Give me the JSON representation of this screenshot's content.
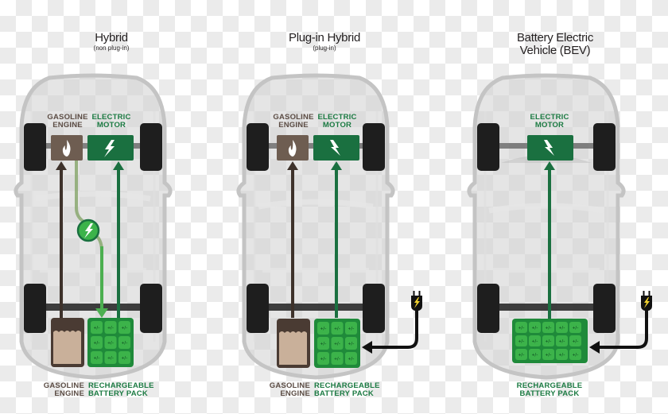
{
  "colors": {
    "gasoline": "#6e5d51",
    "gasoline_dark": "#3e322b",
    "gas_fuel": "#c9b09a",
    "electric": "#1a7040",
    "battery": "#1f8a3a",
    "battery_cell": "#3cb34a",
    "regen_arrow": "#4caf50",
    "plug": "#111111",
    "plug_bolt": "#f2d22e",
    "text_dark": "#231f20",
    "label_gas": "#5b4c44",
    "label_electric": "#1b7a42"
  },
  "panels": [
    {
      "id": "hybrid",
      "title": "Hybrid",
      "subtitle": "(non plug-in)",
      "top_labels": {
        "engine": [
          "GASOLINE",
          "ENGINE"
        ],
        "motor": [
          "ELECTRIC",
          "MOTOR"
        ]
      },
      "bottom_labels": {
        "engine": [
          "GASOLINE",
          "ENGINE"
        ],
        "battery": [
          "RECHARGEABLE",
          "BATTERY PACK"
        ]
      },
      "components": [
        "gasoline-engine",
        "electric-motor",
        "gas-tank",
        "battery-pack",
        "regenerative-charging"
      ],
      "battery_cells": {
        "rows": 3,
        "cols": 3,
        "label": "+/-"
      },
      "plug": false
    },
    {
      "id": "plug-in-hybrid",
      "title": "Plug-in Hybrid",
      "subtitle": "(plug-in)",
      "top_labels": {
        "engine": [
          "GASOLINE",
          "ENGINE"
        ],
        "motor": [
          "ELECTRIC",
          "MOTOR"
        ]
      },
      "bottom_labels": {
        "engine": [
          "GASOLINE",
          "ENGINE"
        ],
        "battery": [
          "RECHARGEABLE",
          "BATTERY PACK"
        ]
      },
      "components": [
        "gasoline-engine",
        "electric-motor",
        "gas-tank",
        "battery-pack",
        "plug"
      ],
      "battery_cells": {
        "rows": 3,
        "cols": 3,
        "label": "+/-"
      },
      "plug": true
    },
    {
      "id": "bev",
      "title": "Battery Electric",
      "title_line2": "Vehicle (BEV)",
      "top_labels": {
        "motor": [
          "ELECTRIC",
          "MOTOR"
        ]
      },
      "bottom_labels": {
        "battery": [
          "RECHARGEABLE",
          "BATTERY PACK"
        ]
      },
      "components": [
        "electric-motor",
        "battery-pack",
        "plug"
      ],
      "battery_cells": {
        "rows": 3,
        "cols": 5,
        "label": "+/-"
      },
      "plug": true
    }
  ]
}
